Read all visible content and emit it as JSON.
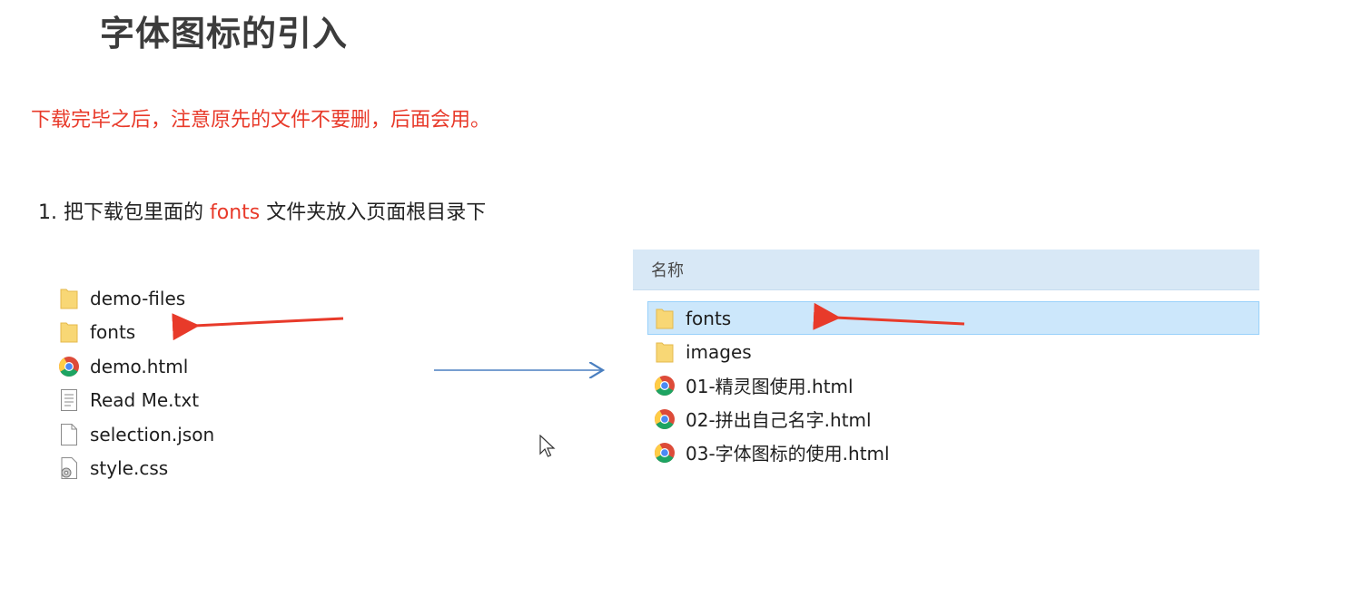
{
  "title": "字体图标的引入",
  "warning": "下载完毕之后，注意原先的文件不要删，后面会用。",
  "step": {
    "prefix": "1. 把下载包里面的 ",
    "highlight": "fonts",
    "suffix": " 文件夹放入页面根目录下"
  },
  "left_files": [
    {
      "name": "demo-files",
      "icon": "folder-icon"
    },
    {
      "name": "fonts",
      "icon": "folder-icon"
    },
    {
      "name": "demo.html",
      "icon": "chrome-icon"
    },
    {
      "name": "Read Me.txt",
      "icon": "text-file-icon"
    },
    {
      "name": "selection.json",
      "icon": "blank-file-icon"
    },
    {
      "name": "style.css",
      "icon": "settings-file-icon"
    }
  ],
  "explorer": {
    "column_header": "名称",
    "rows": [
      {
        "name": "fonts",
        "icon": "folder-icon",
        "selected": true
      },
      {
        "name": "images",
        "icon": "folder-icon",
        "selected": false
      },
      {
        "name": "01-精灵图使用.html",
        "icon": "chrome-icon",
        "selected": false
      },
      {
        "name": "02-拼出自己名字.html",
        "icon": "chrome-icon",
        "selected": false
      },
      {
        "name": "03-字体图标的使用.html",
        "icon": "chrome-icon",
        "selected": false
      }
    ]
  },
  "colors": {
    "accent_red": "#e83a2a",
    "arrow_blue": "#4a7fc0",
    "header_bg": "#d8e8f6",
    "selection_bg": "#cce7fb"
  }
}
